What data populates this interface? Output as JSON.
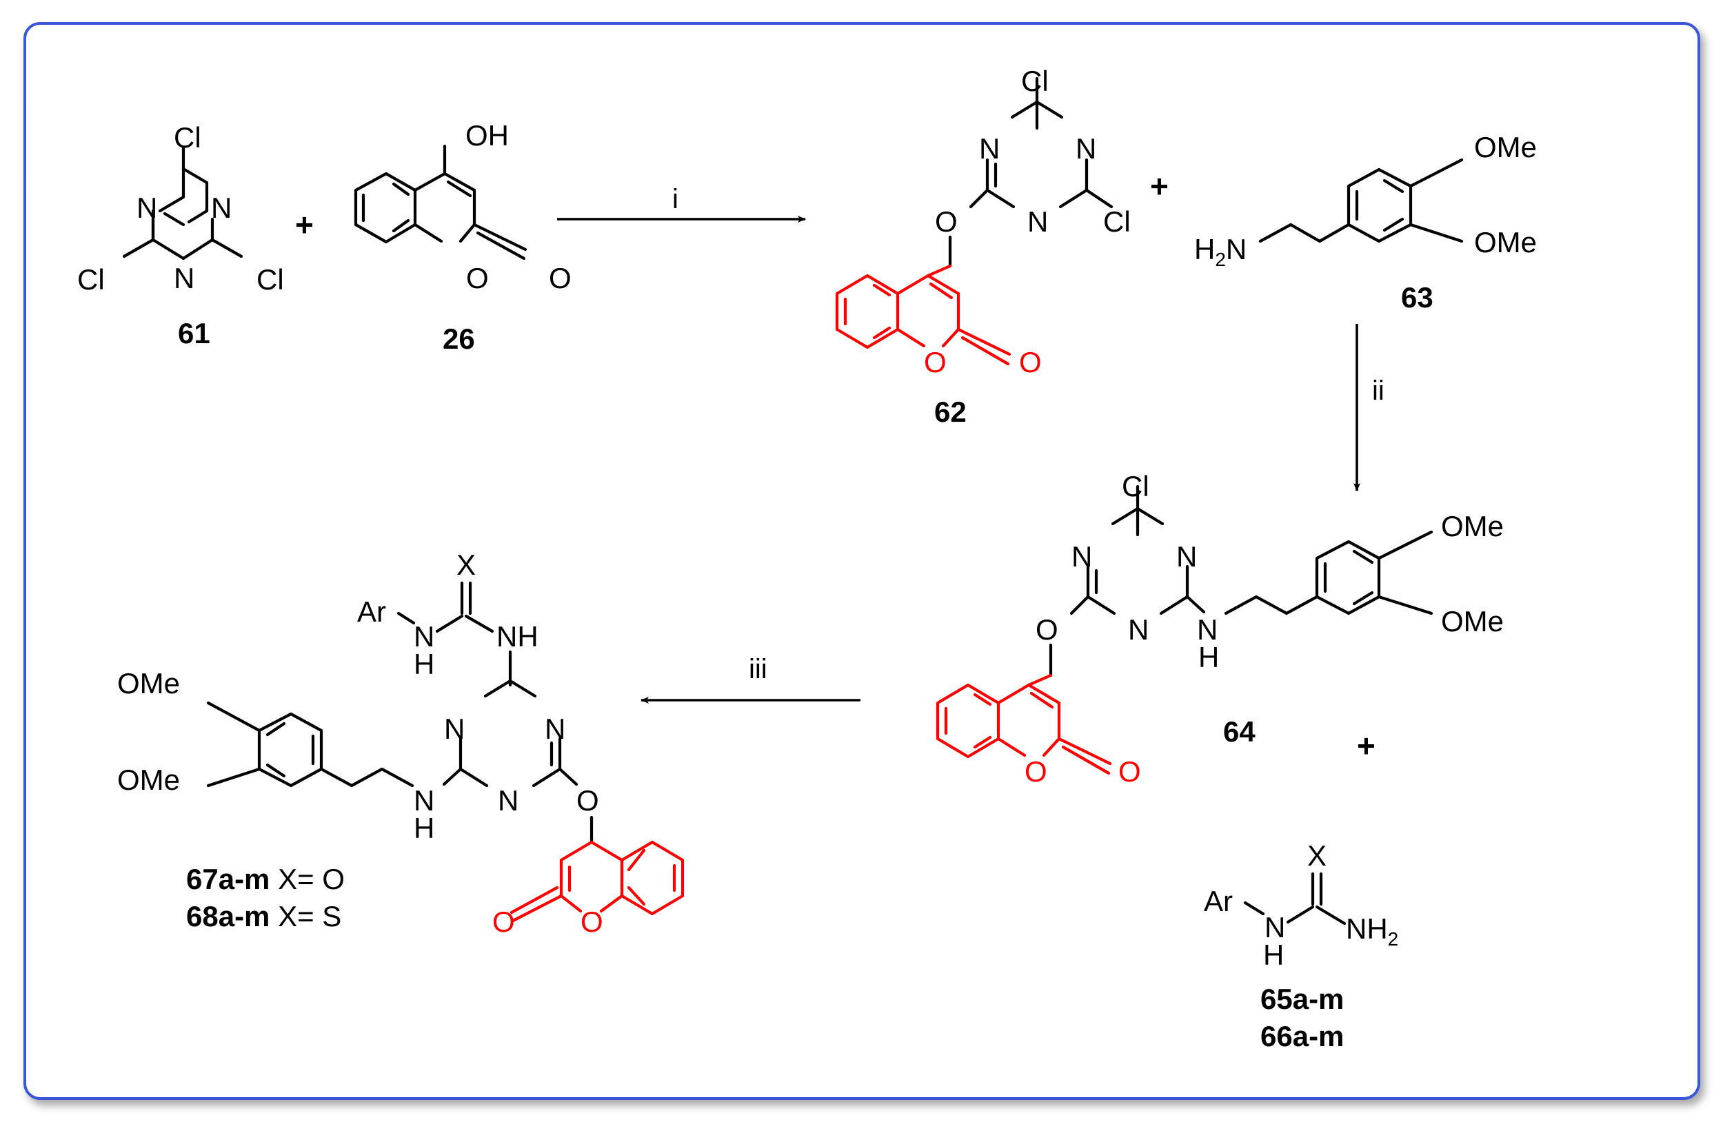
{
  "colors": {
    "frame": "#3a56d6",
    "highlight": "#ff0000",
    "ink": "#000000"
  },
  "compounds": {
    "c61": {
      "label": "61"
    },
    "c26": {
      "label": "26"
    },
    "c62": {
      "label": "62"
    },
    "c63": {
      "label": "63"
    },
    "c64": {
      "label": "64"
    },
    "c65_66": {
      "label_1": "65a-m",
      "label_2": "66a-m"
    },
    "c67_68": {
      "label_1": "67a-m",
      "suffix_1": " X= O",
      "label_2": "68a-m",
      "suffix_2": " X= S"
    }
  },
  "atoms": {
    "Cl": "Cl",
    "N": "N",
    "O": "O",
    "OH": "OH",
    "OMe": "OMe",
    "H": "H",
    "H2N_H": "H",
    "H2N_sub": "2",
    "H2N_N": "N",
    "NH": "NH",
    "NH2_N": "NH",
    "NH2_sub": "2",
    "Ar": "Ar",
    "X": "X"
  },
  "conditions": {
    "step1": "i",
    "step2": "ii",
    "step3": "iii"
  },
  "operators": {
    "plus": "+"
  }
}
